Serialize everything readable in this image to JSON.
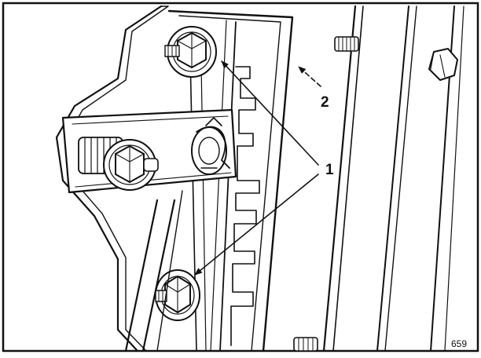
{
  "labels": {
    "callout_1": "1",
    "callout_2": "2",
    "figure_number": "659"
  }
}
